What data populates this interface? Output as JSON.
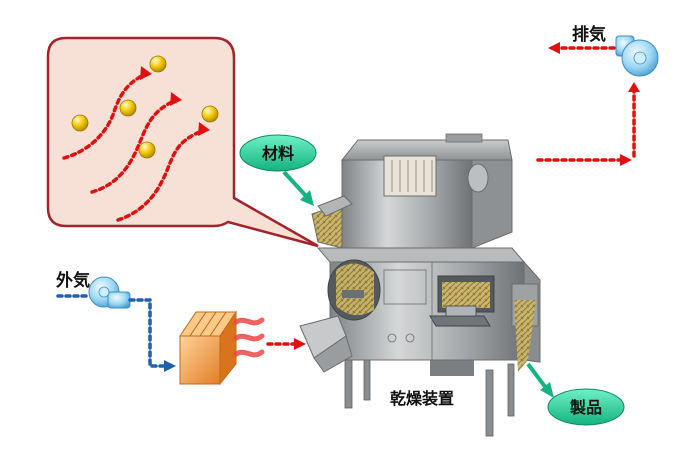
{
  "labels": {
    "exhaust": "排気",
    "outside_air": "外気",
    "material": "材料",
    "dryer": "乾燥装置",
    "product": "製品"
  },
  "colors": {
    "bubble_fill": "#f7e0d6",
    "bubble_stroke": "#a3242a",
    "dot_arrow": "#e01010",
    "blue_dots": "#1f5fb0",
    "particle": "#f1c400",
    "teal_label": "#22c99a",
    "heater_orange": "#f29a3a",
    "machine_gray": "#a5a8aa"
  },
  "icons": [
    "fan-icon",
    "heater-icon",
    "particle-icon",
    "dryer-machine"
  ]
}
